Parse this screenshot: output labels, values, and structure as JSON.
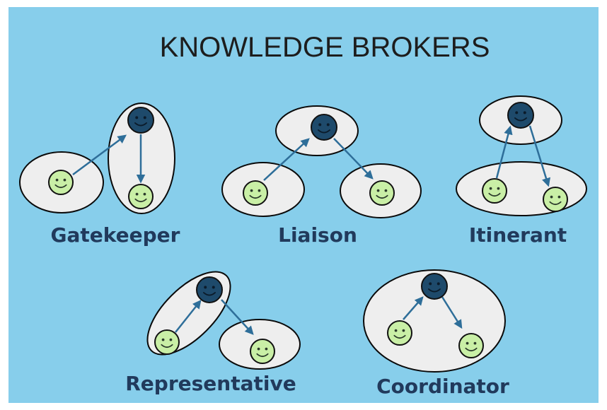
{
  "title": "KNOWLEDGE BROKERS",
  "colors": {
    "background": "#87ceeb",
    "group_fill": "#eeeeee",
    "group_stroke": "#0a0a0a",
    "broker_face": "#1e4a6b",
    "member_face": "#c9efa6",
    "arrow": "#2e6e99",
    "label": "#213a5c"
  },
  "icons": {
    "broker": "dark-smiley-face-icon",
    "member": "light-green-smiley-face-icon"
  },
  "roles": [
    {
      "label": "Gatekeeper"
    },
    {
      "label": "Liaison"
    },
    {
      "label": "Itinerant"
    },
    {
      "label": "Representative"
    },
    {
      "label": "Coordinator"
    }
  ]
}
